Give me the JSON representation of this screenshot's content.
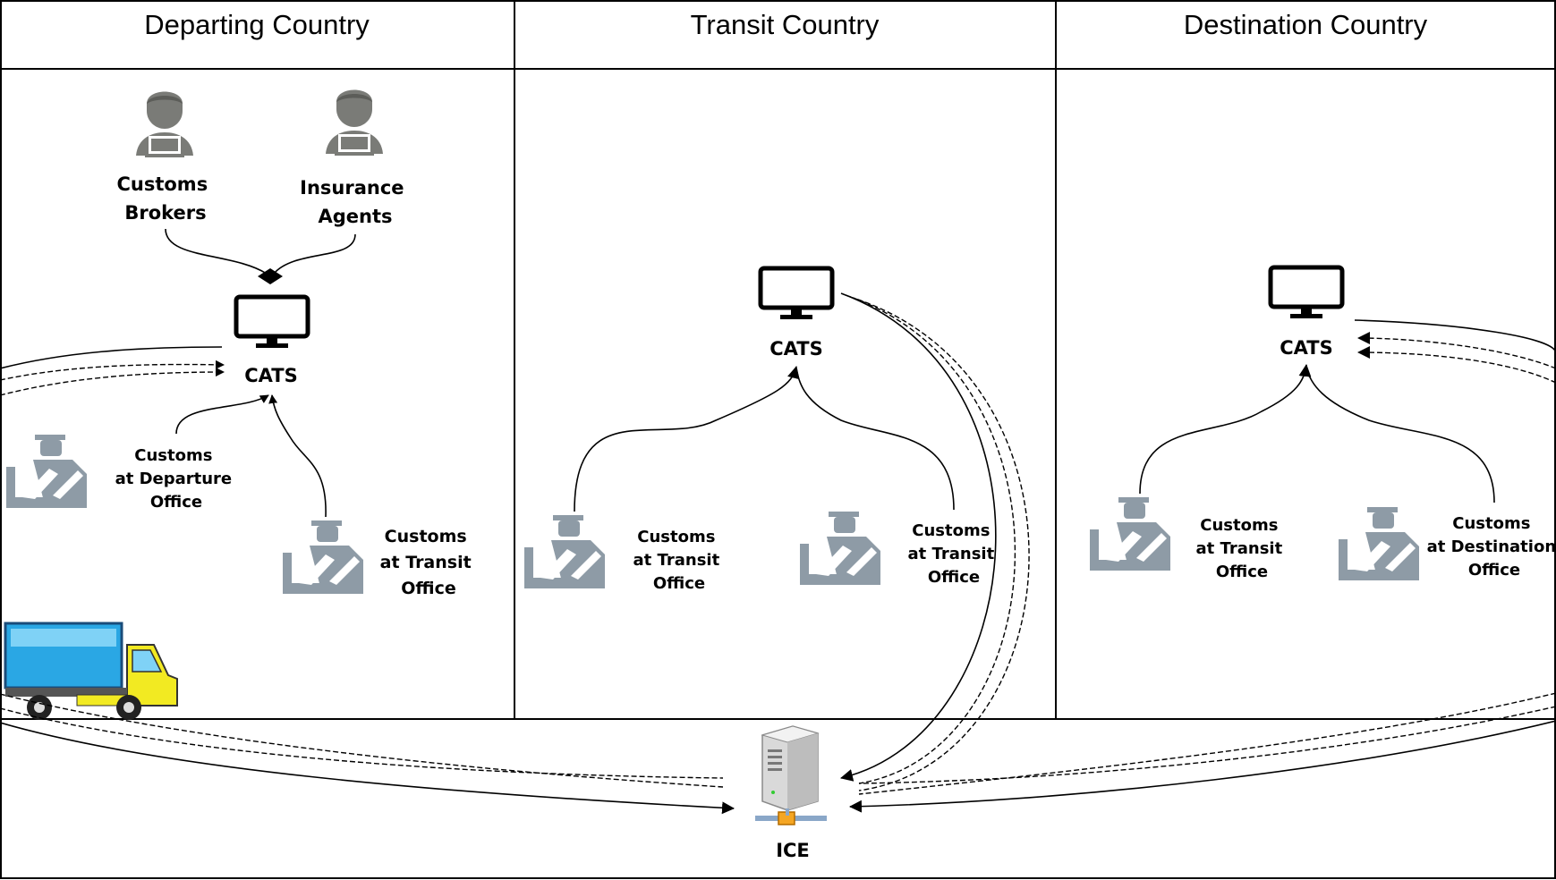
{
  "lanes": {
    "departing": "Departing Country",
    "transit": "Transit Country",
    "destination": "Destination Country"
  },
  "departing": {
    "brokers": [
      "Customs",
      "Brokers"
    ],
    "insurance": [
      "Insurance",
      "Agents"
    ],
    "cats": "CATS",
    "departure_office": [
      "Customs",
      "at Departure",
      "Office"
    ],
    "transit_office": [
      "Customs",
      "at Transit",
      "Office"
    ]
  },
  "transit": {
    "cats": "CATS",
    "office_left": [
      "Customs",
      "at Transit",
      "Office"
    ],
    "office_right": [
      "Customs",
      "at Transit",
      "Office"
    ]
  },
  "destination": {
    "cats": "CATS",
    "transit_office": [
      "Customs",
      "at Transit",
      "Office"
    ],
    "destination_office": [
      "Customs",
      "at Destination",
      "Office"
    ]
  },
  "ice": {
    "label": "ICE"
  },
  "colors": {
    "officer": "#8e9ba6",
    "person": "#7a7b77",
    "truck_body": "#2aa7e4",
    "truck_cab": "#f2ea22",
    "ice_connector": "#f5a623"
  },
  "icons": {
    "person": "person-with-laptop-icon",
    "officer": "customs-officer-icon",
    "cats": "monitor-icon",
    "ice": "server-icon",
    "truck": "truck-icon"
  }
}
